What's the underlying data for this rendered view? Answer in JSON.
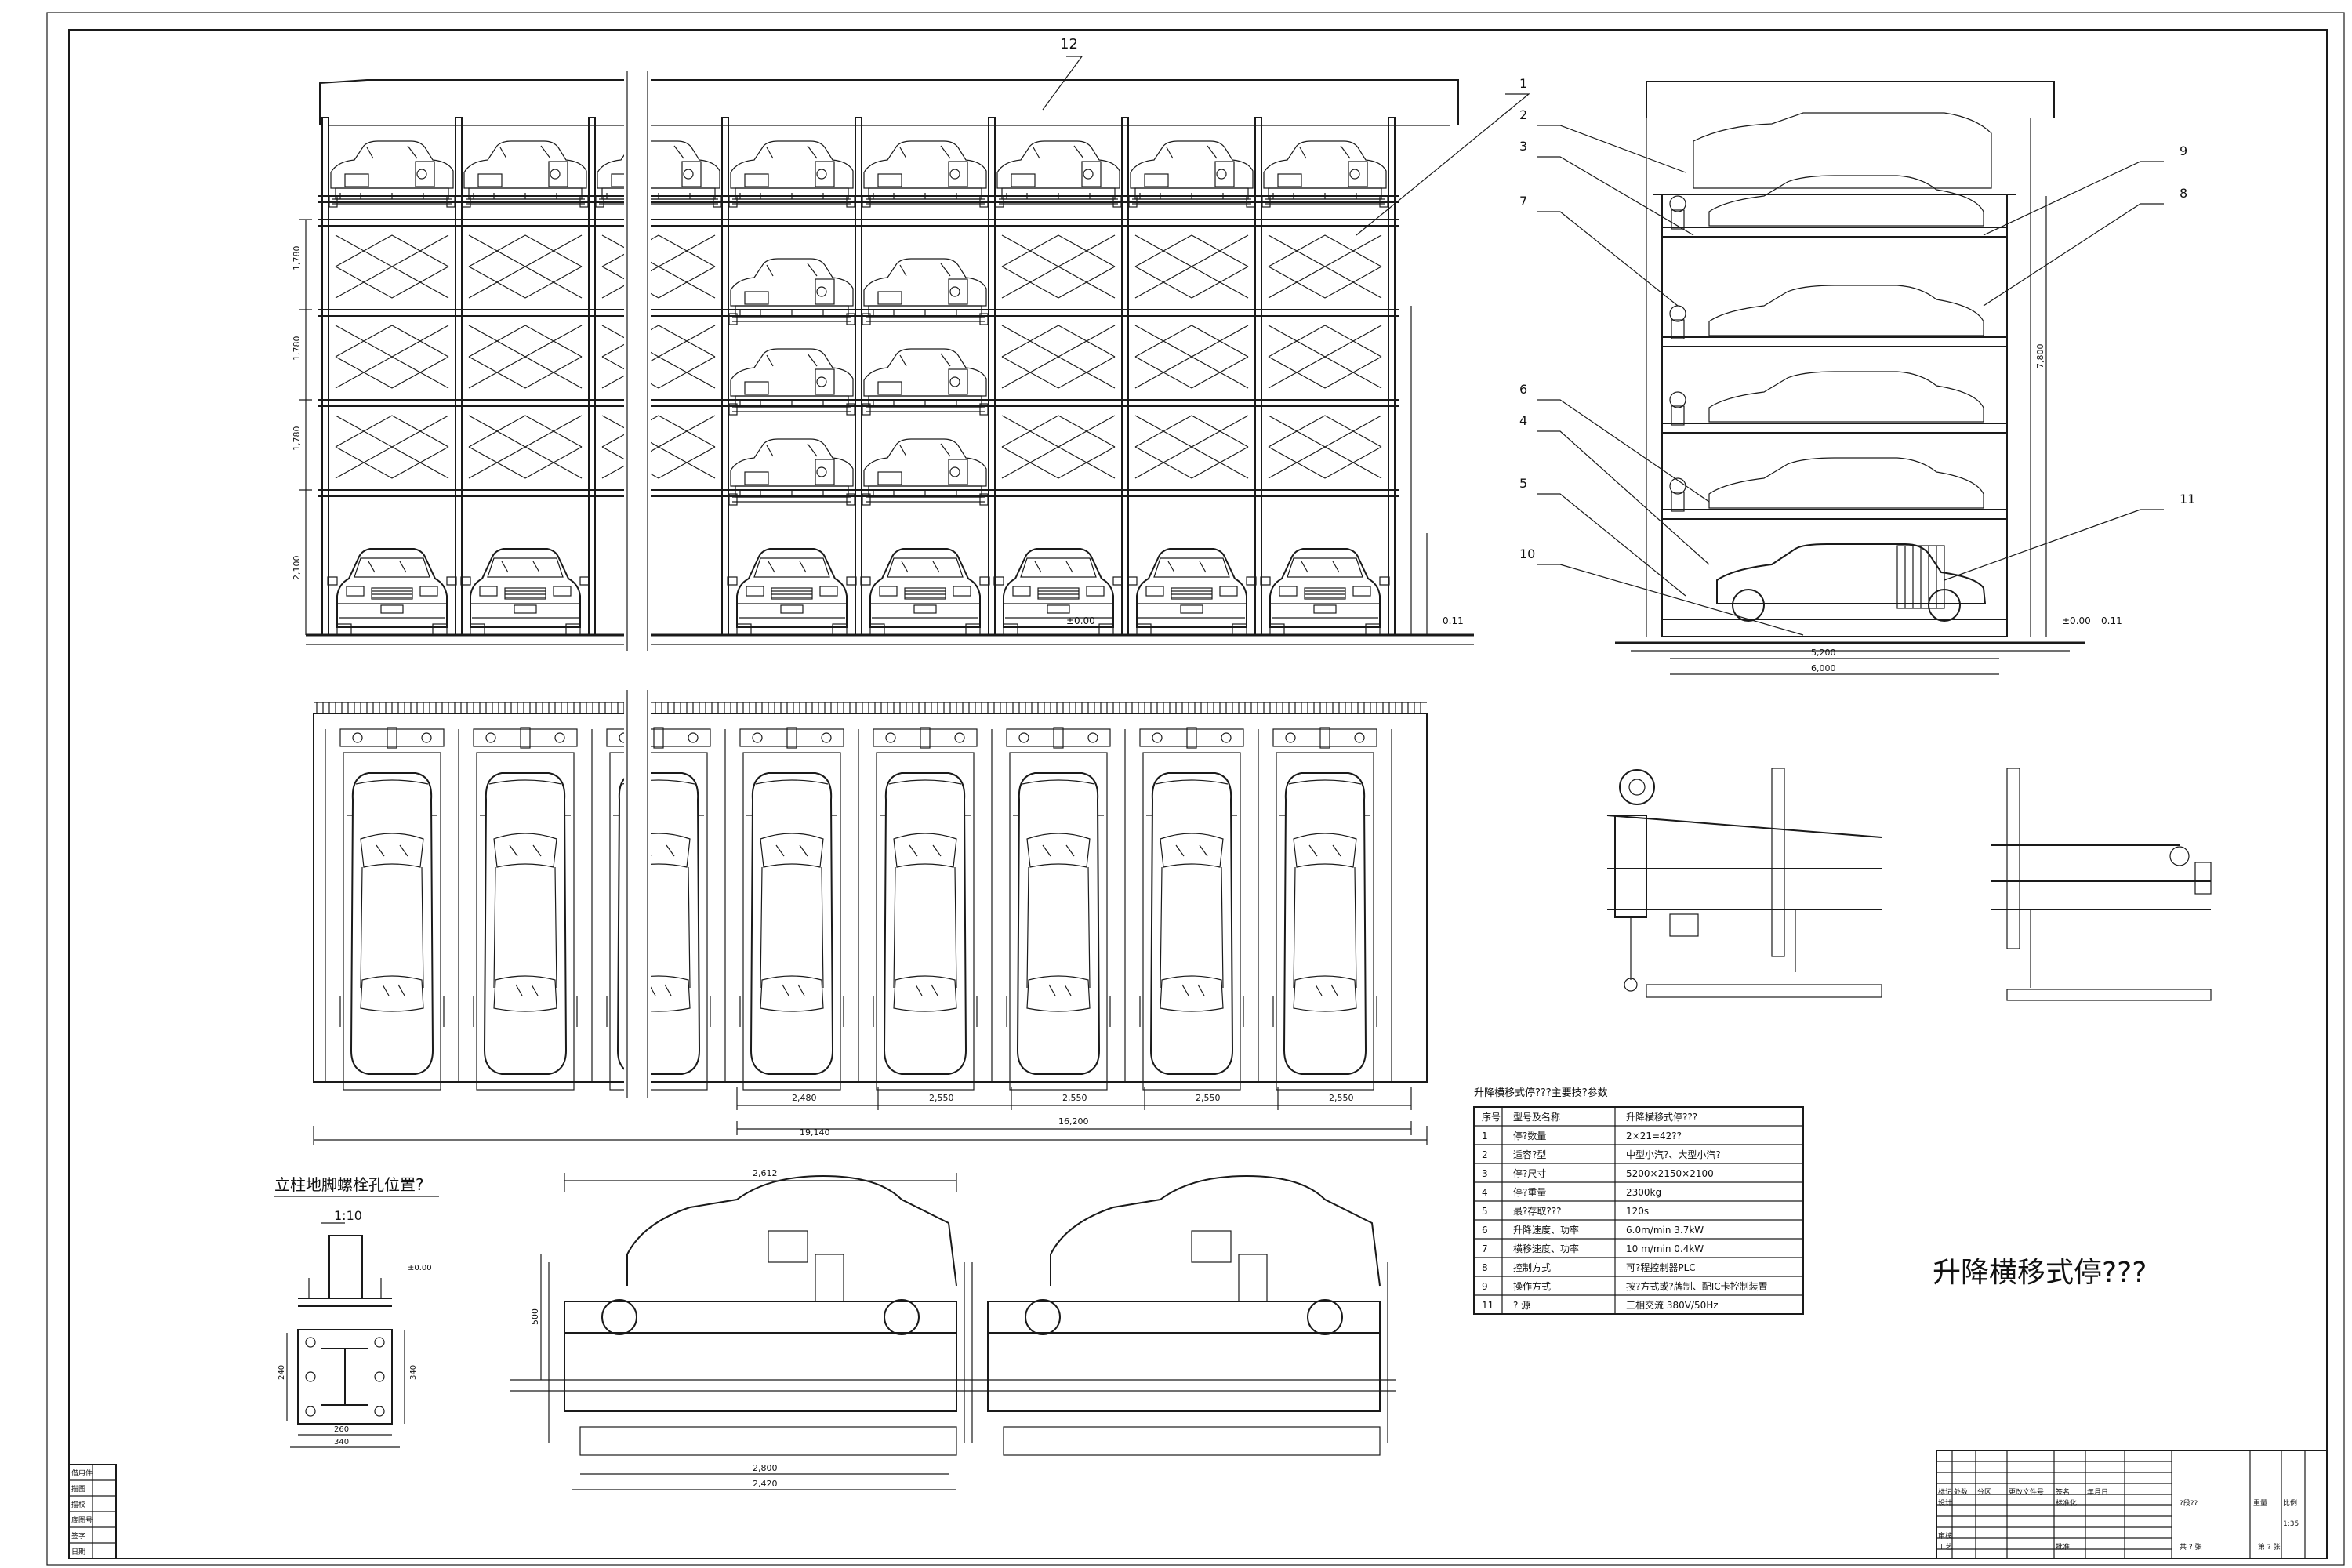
{
  "drawing": {
    "big_title": "升降横移式停???"
  },
  "elevation": {
    "top_label": "12",
    "level_dims": [
      "1,780",
      "1,780",
      "1,780"
    ],
    "ground_dim": "2,100",
    "ground_mark": "±0.00",
    "right_mark": "0.11"
  },
  "plan": {
    "segment_dims": [
      "2,480",
      "2,550",
      "2,550",
      "2,550",
      "2,550"
    ],
    "total_dims": [
      "16,200",
      "19,140"
    ]
  },
  "side_view": {
    "callouts": [
      "1",
      "2",
      "3",
      "7",
      "6",
      "4",
      "5",
      "10",
      "9",
      "8",
      "11"
    ],
    "height_dim": "7,800",
    "depth_dim": "6,000",
    "inner_dim": "5,200",
    "ground_mark": "±0.00",
    "right_mark": "0.11"
  },
  "column_detail": {
    "title": "立柱地脚螺栓孔位置?",
    "scale": "1:10",
    "dims": [
      "260",
      "340",
      "240",
      "340"
    ],
    "mark": "±0.00"
  },
  "bottom_detail": {
    "dims_top": "2,612",
    "dims_bottom": [
      "2,800",
      "2,420"
    ],
    "side_dim": "500"
  },
  "spec_table": {
    "caption": "升降横移式停???主要技?参数",
    "headers": [
      "序号",
      "型号及名称",
      "升降横移式停???"
    ],
    "rows": [
      [
        "1",
        "停?数量",
        "2×21=42??"
      ],
      [
        "2",
        "适容?型",
        "中型小汽?、大型小汽?"
      ],
      [
        "3",
        "停?尺寸",
        "5200×2150×2100"
      ],
      [
        "4",
        "停?重量",
        "2300kg"
      ],
      [
        "5",
        "最?存取???",
        "120s"
      ],
      [
        "6",
        "升降速度、功率",
        "6.0m/min  3.7kW"
      ],
      [
        "7",
        "横移速度、功率",
        "10 m/min  0.4kW"
      ],
      [
        "8",
        "控制方式",
        "可?程控制器PLC"
      ],
      [
        "9",
        "操作方式",
        "按?方式或?牌制、配IC卡控制装置"
      ],
      [
        "11",
        "?  源",
        "三相交流  380V/50Hz"
      ]
    ]
  },
  "title_block": {
    "cells": [
      "标记",
      "处数",
      "分区",
      "更改文件号",
      "签名",
      "年月日",
      "设计",
      "标准化",
      "审核",
      "工艺",
      "批准",
      "?段??",
      "重量",
      "比例",
      "1:35",
      "共 ? 张",
      "第 ? 张"
    ]
  },
  "margin_block": {
    "cells": [
      "借用件",
      "描图",
      "描校",
      "底图号",
      "签字",
      "日期"
    ]
  }
}
